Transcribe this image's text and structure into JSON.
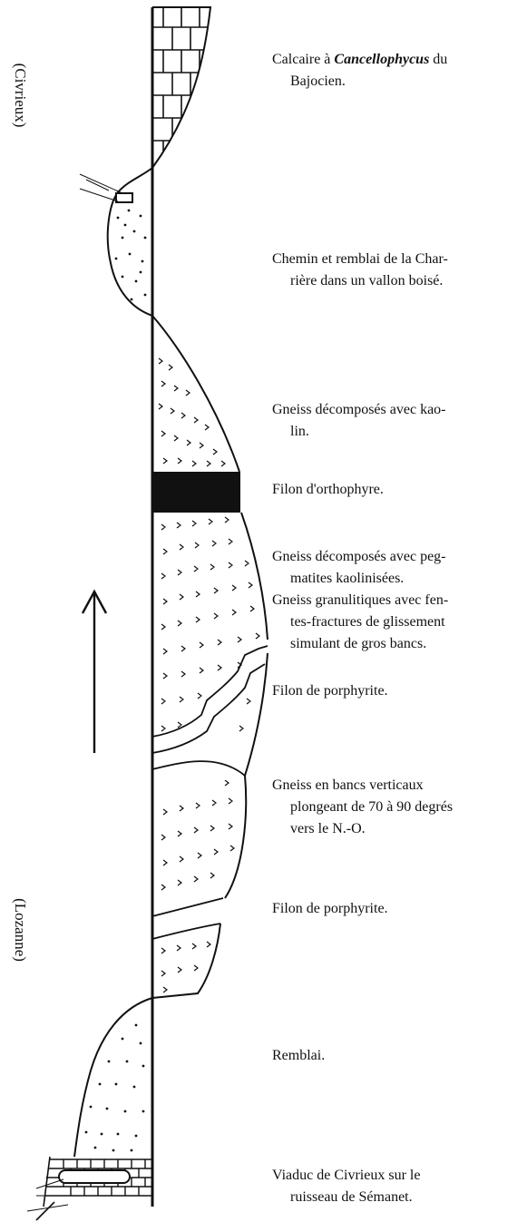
{
  "side_labels": {
    "top": "(Civrieux)",
    "bottom": "(Lozanne)"
  },
  "layers": [
    {
      "id": "calcaire",
      "line1_pre": "Calcaire à ",
      "line1_italic": "Cancellophycus",
      "line1_post": " du",
      "line2": "Bajocien."
    },
    {
      "id": "chemin",
      "line1": "Chemin et remblai de la Char-",
      "line2": "rière dans un vallon boisé."
    },
    {
      "id": "gneiss-kaolin",
      "line1": "Gneiss décomposés avec kao-",
      "line2": "lin."
    },
    {
      "id": "orthophyre",
      "line1": "Filon d'orthophyre."
    },
    {
      "id": "gneiss-pegmatites",
      "line1": "Gneiss décomposés avec peg-",
      "line2": "matites kaolinisées."
    },
    {
      "id": "gneiss-granulitiques",
      "line1": "Gneiss granulitiques avec fen-",
      "line2": "tes-fractures de glissement",
      "line3": "simulant de gros bancs."
    },
    {
      "id": "porphyrite-1",
      "line1": "Filon de porphyrite."
    },
    {
      "id": "gneiss-bancs",
      "line1": "Gneiss en bancs verticaux",
      "line2": "plongeant de 70 à 90 degrés",
      "line3": "vers le N.-O."
    },
    {
      "id": "porphyrite-2",
      "line1": "Filon de porphyrite."
    },
    {
      "id": "remblai",
      "line1": "Remblai."
    },
    {
      "id": "viaduc",
      "line1": "Viaduc de Civrieux sur le",
      "line2": "ruisseau de Sémanet."
    }
  ]
}
